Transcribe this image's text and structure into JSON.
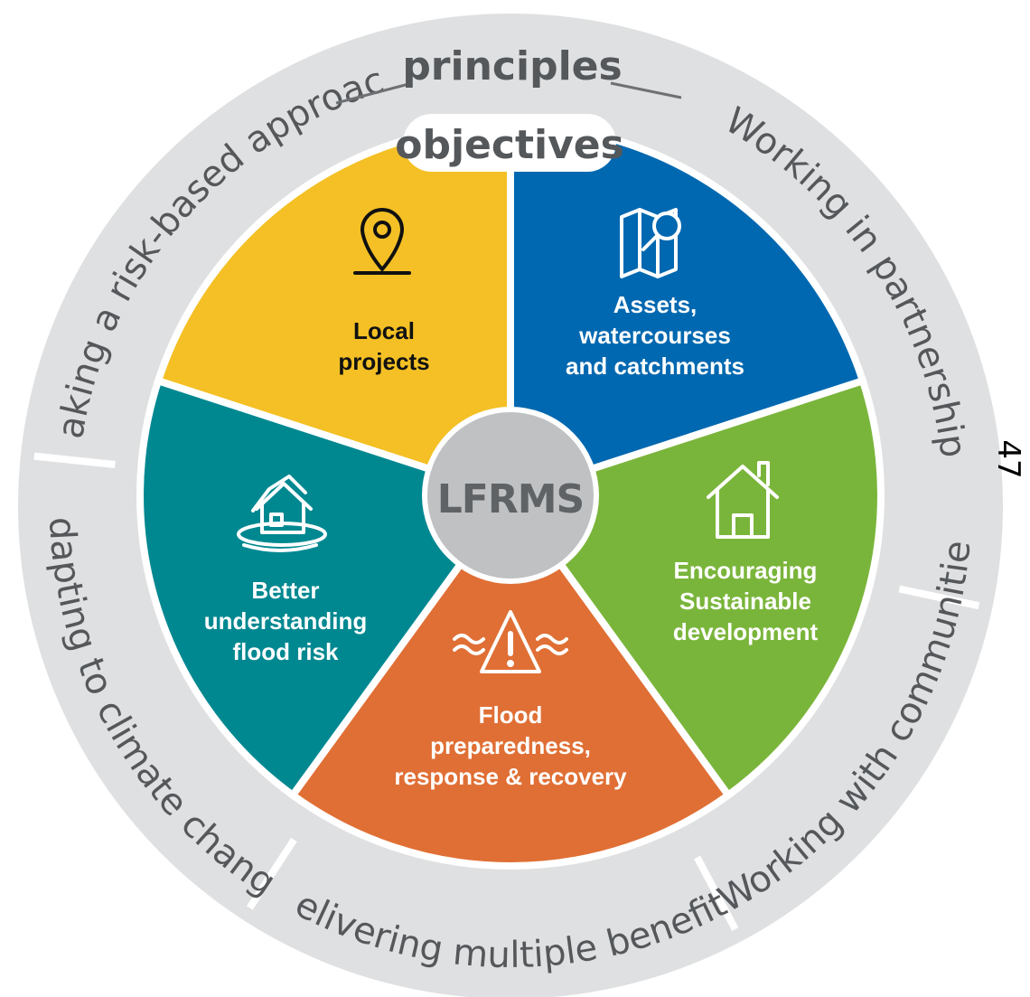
{
  "page_number": "47",
  "principles_heading": "principles",
  "objectives_heading": "objectives",
  "center_label": "LFRMS",
  "principles": [
    {
      "text": "Taking a risk-based approach"
    },
    {
      "text": "Working in partnership"
    },
    {
      "text": "Working with communities"
    },
    {
      "text": "Delivering multiple benefits"
    },
    {
      "text": "Adapting to climate change"
    }
  ],
  "objectives": [
    {
      "lines": [
        "Local",
        "projects"
      ],
      "color": "#f4c025",
      "text_color": "#111111",
      "icon": "location-pin-icon"
    },
    {
      "lines": [
        "Assets,",
        "watercourses",
        "and catchments"
      ],
      "color": "#0068b0",
      "text_color": "#ffffff",
      "icon": "map-magnifier-icon"
    },
    {
      "lines": [
        "Encouraging",
        "Sustainable",
        "development"
      ],
      "color": "#7ab53b",
      "text_color": "#ffffff",
      "icon": "house-icon"
    },
    {
      "lines": [
        "Flood",
        "preparedness,",
        "response & recovery"
      ],
      "color": "#e06f35",
      "text_color": "#ffffff",
      "icon": "flood-warning-icon"
    },
    {
      "lines": [
        "Better",
        "understanding",
        "flood risk"
      ],
      "color": "#008891",
      "text_color": "#ffffff",
      "icon": "flooded-house-icon"
    }
  ],
  "colors": {
    "ring": "#dfe0e1",
    "center": "#bfc1c3",
    "ring_text": "#55585b"
  }
}
